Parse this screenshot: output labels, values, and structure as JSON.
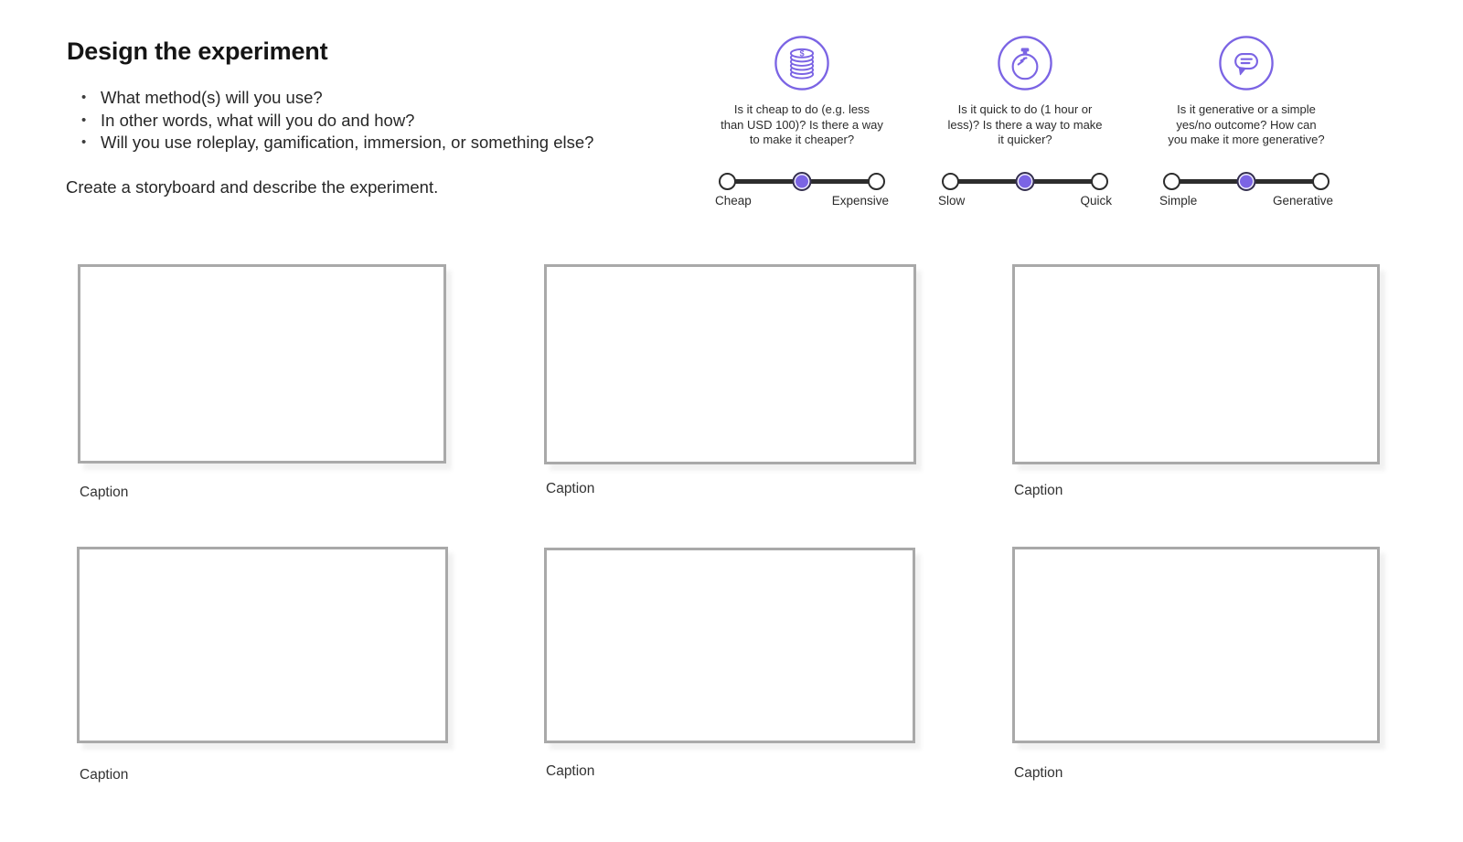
{
  "board": {
    "title": "Design the experiment",
    "bullets": [
      "What method(s) will you use?",
      "In other words, what will you do and how?",
      "Will you use roleplay, gamification, immersion, or something else?"
    ],
    "instruction": "Create a storyboard and describe the experiment."
  },
  "criteria": [
    {
      "id": "cost",
      "icon": "coins-icon",
      "question_lines": [
        "Is it cheap to do (e.g. less",
        "than USD 100)? Is there a way",
        "to make it cheaper?"
      ],
      "scale": {
        "left_label": "Cheap",
        "right_label": "Expensive",
        "selected": "middle"
      }
    },
    {
      "id": "speed",
      "icon": "stopwatch-icon",
      "question_lines": [
        "Is it quick to do (1 hour or",
        "less)? Is there a way to make",
        "it quicker?"
      ],
      "scale": {
        "left_label": "Slow",
        "right_label": "Quick",
        "selected": "middle"
      }
    },
    {
      "id": "generativity",
      "icon": "speech-bubble-icon",
      "question_lines": [
        "Is it generative or a simple",
        "yes/no outcome? How can",
        "you make it more generative?"
      ],
      "scale": {
        "left_label": "Simple",
        "right_label": "Generative",
        "selected": "middle"
      }
    }
  ],
  "storyboard": {
    "frames": [
      {
        "caption": "Caption"
      },
      {
        "caption": "Caption"
      },
      {
        "caption": "Caption"
      },
      {
        "caption": "Caption"
      },
      {
        "caption": "Caption"
      },
      {
        "caption": "Caption"
      }
    ]
  },
  "icons": {
    "coin_symbol": "$"
  },
  "colors": {
    "accent": "#7B64E4",
    "track": "#2D2D2D",
    "frame-border": "#A9A9A9",
    "text": "#252525"
  }
}
